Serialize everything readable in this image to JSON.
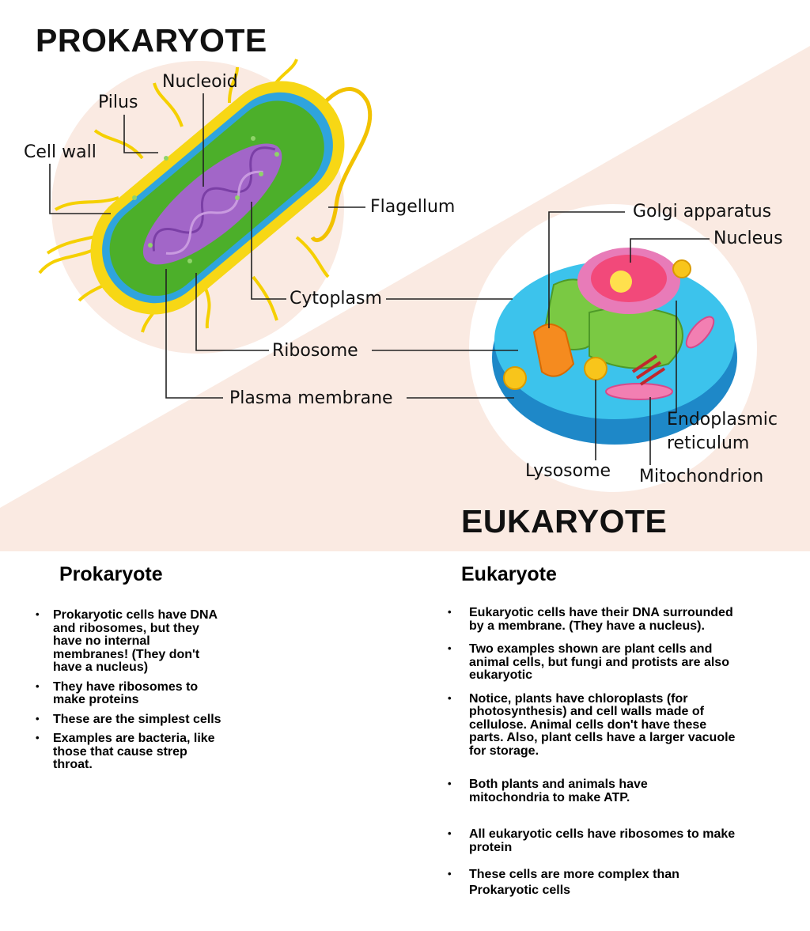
{
  "diagram": {
    "prokaryote_title": "PROKARYOTE",
    "eukaryote_title": "EUKARYOTE",
    "prokaryote_labels": {
      "nucleoid": "Nucleoid",
      "pilus": "Pilus",
      "cell_wall": "Cell wall",
      "flagellum": "Flagellum",
      "cytoplasm": "Cytoplasm",
      "ribosome": "Ribosome",
      "plasma_membrane": "Plasma membrane"
    },
    "eukaryote_labels": {
      "golgi": "Golgi apparatus",
      "nucleus": "Nucleus",
      "er_line1": "Endoplasmic",
      "er_line2": "reticulum",
      "lysosome": "Lysosome",
      "mitochondrion": "Mitochondrion"
    },
    "colors": {
      "background_band": "#faeae2",
      "cell_yellow": "#f7d715",
      "cytoplasm_green": "#4caf2a",
      "eukaryote_blue": "#3cc3ec"
    }
  },
  "notes": {
    "prokaryote": {
      "heading": "Prokaryote",
      "bullets": [
        "Prokaryotic cells have DNA and ribosomes, but they have no internal membranes! (They don't have a nucleus)",
        "They have ribosomes to make proteins",
        "These are the simplest cells",
        "Examples are bacteria, like those that cause strep throat."
      ]
    },
    "eukaryote": {
      "heading": "Eukaryote",
      "bullets": [
        "Eukaryotic cells have their DNA surrounded by a membrane.  (They have a nucleus).",
        "Two examples shown are plant cells and animal cells, but fungi and protists are also eukaryotic",
        "Notice, plants have chloroplasts (for photosynthesis) and cell walls made of cellulose. Animal cells don't have these parts.  Also, plant cells have a larger vacuole for storage.",
        "Both plants and animals have mitochondria to make ATP.",
        "All eukaryotic cells have ribosomes to make protein",
        "These cells are more complex than Prokaryotic cells"
      ]
    }
  }
}
